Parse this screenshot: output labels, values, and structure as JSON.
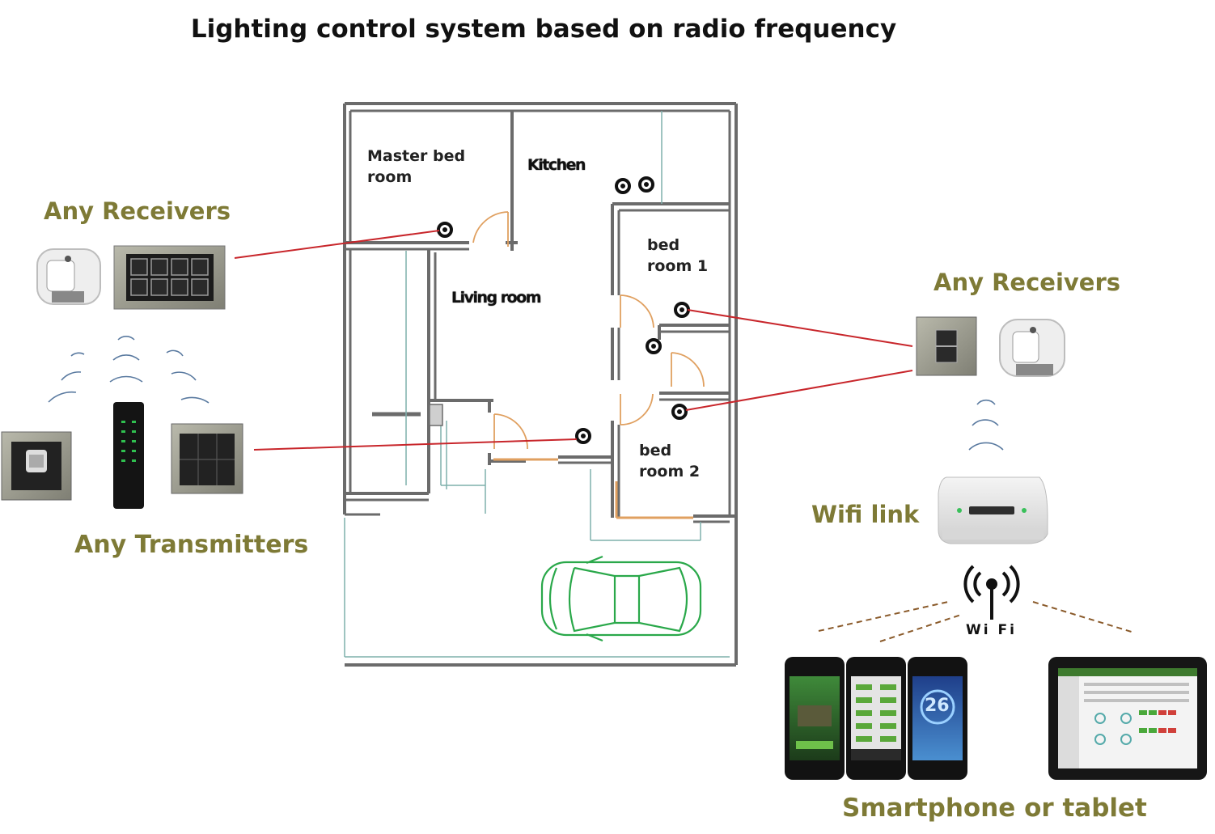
{
  "title": "Lighting control system based on radio frequency",
  "rooms": {
    "master": [
      "Master bed",
      "room"
    ],
    "kitchen": "Kitchen",
    "living": "Living room",
    "bed1": [
      "bed",
      "room 1"
    ],
    "bed2": [
      "bed",
      "room 2"
    ]
  },
  "labels": {
    "receivers_left": "Any Receivers",
    "receivers_right": "Any Receivers",
    "transmitters": "Any Transmitters",
    "wifi_link": "Wifi link",
    "wifi_badge": "Wi Fi",
    "phone_temp": "26",
    "devices": "Smartphone or tablet"
  },
  "colors": {
    "olive": "#7e7a36",
    "link_line": "#c8262b",
    "wall": "#6b6b6b",
    "car": "#2aa84a",
    "door": "#e0a060"
  }
}
